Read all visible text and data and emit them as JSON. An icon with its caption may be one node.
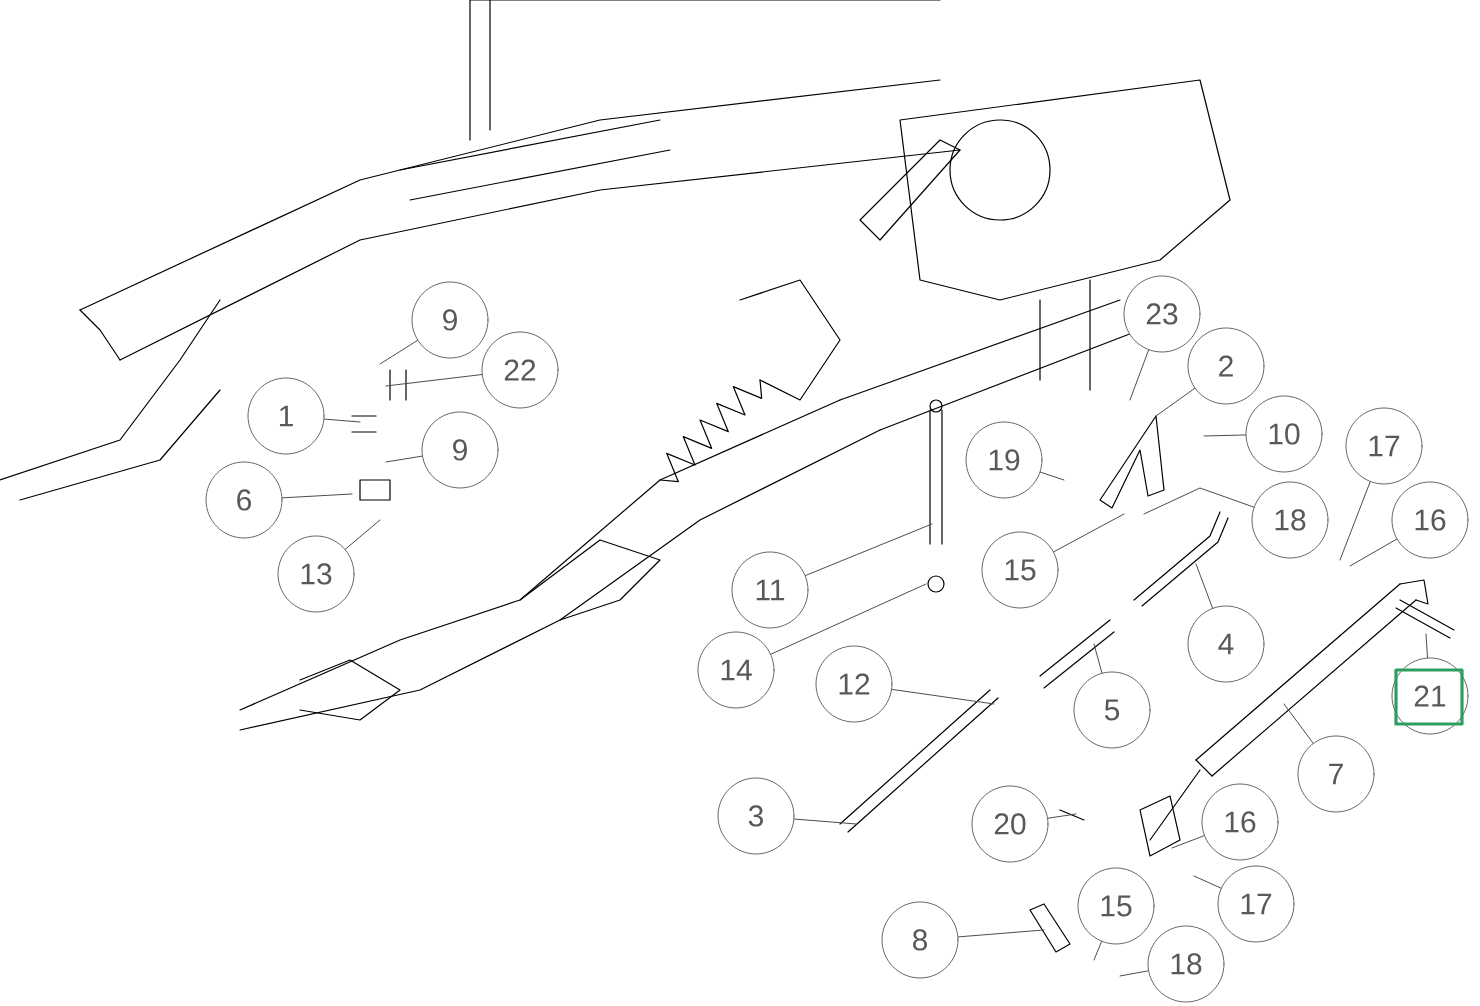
{
  "diagram": {
    "nodes": [
      {
        "text": [
          "23"
        ]
      },
      {
        "text": [
          "9"
        ]
      },
      {
        "text": [
          "2"
        ]
      },
      {
        "text": [
          "22"
        ]
      },
      {
        "text": [
          "1"
        ]
      },
      {
        "text": [
          "10"
        ]
      },
      {
        "text": [
          "17"
        ]
      },
      {
        "text": [
          "9"
        ]
      },
      {
        "text": [
          "19"
        ]
      },
      {
        "text": [
          "6"
        ]
      },
      {
        "text": [
          "18"
        ]
      },
      {
        "text": [
          "16"
        ]
      },
      {
        "text": [
          "15"
        ]
      },
      {
        "text": [
          "13"
        ]
      },
      {
        "text": [
          "11"
        ]
      },
      {
        "text": [
          "4"
        ]
      },
      {
        "text": [
          "14"
        ]
      },
      {
        "text": [
          "12"
        ]
      },
      {
        "text": [
          "21"
        ]
      },
      {
        "text": [
          "5"
        ]
      },
      {
        "text": [
          "7"
        ]
      },
      {
        "text": [
          "3"
        ]
      },
      {
        "text": [
          "16"
        ]
      },
      {
        "text": [
          "20"
        ]
      },
      {
        "text": [
          "17"
        ]
      },
      {
        "text": [
          "15"
        ]
      },
      {
        "text": [
          "8"
        ]
      },
      {
        "text": [
          "18"
        ]
      }
    ],
    "edges": [
      {
        "from": 0,
        "to": null,
        "arrow": "none"
      },
      {
        "from": 1,
        "to": null,
        "arrow": "none"
      },
      {
        "from": 2,
        "to": null,
        "arrow": "none"
      },
      {
        "from": 3,
        "to": null,
        "arrow": "none"
      },
      {
        "from": 4,
        "to": null,
        "arrow": "none"
      },
      {
        "from": 5,
        "to": null,
        "arrow": "none"
      },
      {
        "from": 6,
        "to": null,
        "arrow": "none"
      },
      {
        "from": 7,
        "to": null,
        "arrow": "none"
      },
      {
        "from": 8,
        "to": null,
        "arrow": "none"
      },
      {
        "from": 9,
        "to": null,
        "arrow": "none"
      },
      {
        "from": 10,
        "to": null,
        "arrow": "none"
      },
      {
        "from": 11,
        "to": null,
        "arrow": "none"
      },
      {
        "from": 12,
        "to": null,
        "arrow": "none"
      },
      {
        "from": 13,
        "to": null,
        "arrow": "none"
      },
      {
        "from": 14,
        "to": null,
        "arrow": "none"
      },
      {
        "from": 15,
        "to": null,
        "arrow": "none"
      },
      {
        "from": 16,
        "to": null,
        "arrow": "none"
      },
      {
        "from": 17,
        "to": null,
        "arrow": "none"
      },
      {
        "from": 18,
        "to": null,
        "arrow": "none"
      },
      {
        "from": 19,
        "to": null,
        "arrow": "none"
      },
      {
        "from": 20,
        "to": null,
        "arrow": "none"
      },
      {
        "from": 21,
        "to": null,
        "arrow": "none"
      },
      {
        "from": 22,
        "to": null,
        "arrow": "none"
      },
      {
        "from": 23,
        "to": null,
        "arrow": "none"
      },
      {
        "from": 24,
        "to": null,
        "arrow": "none"
      },
      {
        "from": 25,
        "to": null,
        "arrow": "none"
      },
      {
        "from": 26,
        "to": null,
        "arrow": "none"
      },
      {
        "from": 27,
        "to": null,
        "arrow": "none"
      }
    ]
  }
}
